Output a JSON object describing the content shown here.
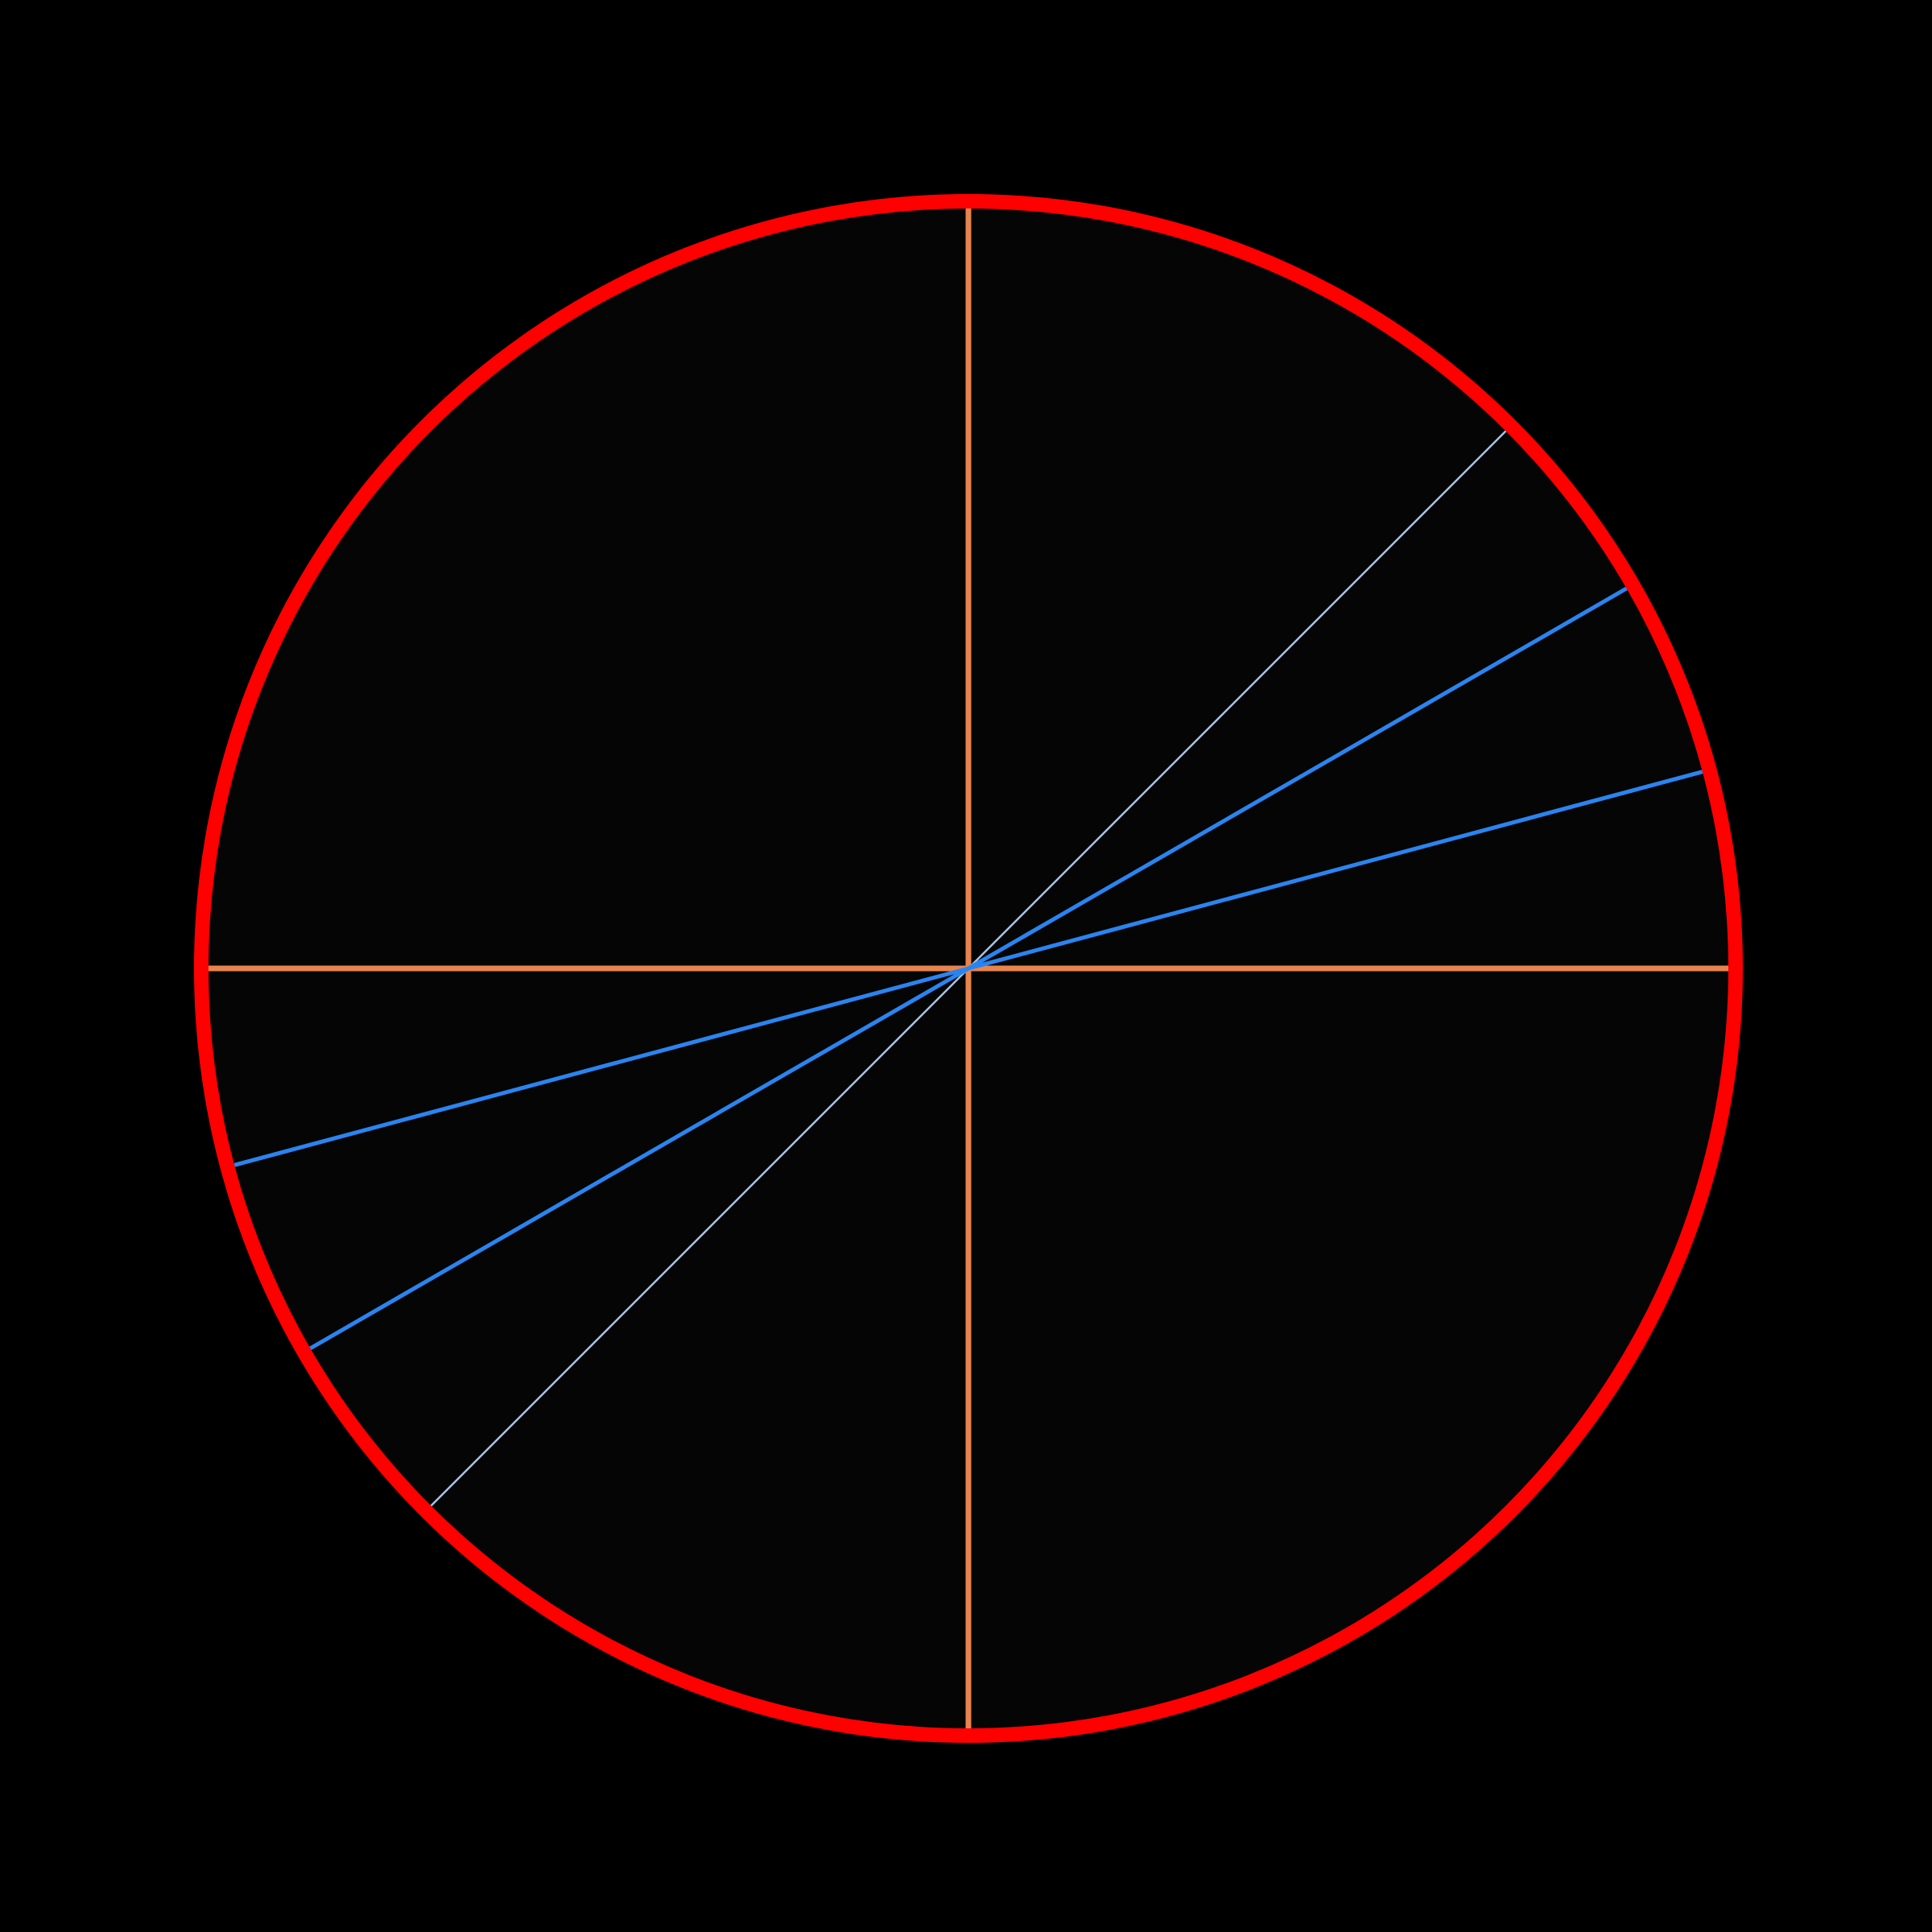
{
  "diagram": {
    "background_color": "#000000",
    "disc_fill_color": "#050505",
    "ring": {
      "color": "#ff0000"
    },
    "axes": {
      "color": "#e8844e",
      "angles_deg": [
        0,
        90
      ]
    },
    "diameters": [
      {
        "id": "diagonal-45",
        "angle_deg": 45,
        "color": "#a9c3e6",
        "style": "thin"
      },
      {
        "id": "line-30",
        "angle_deg": 30,
        "color": "#2a84f0",
        "style": "medium"
      },
      {
        "id": "line-15",
        "angle_deg": 15,
        "color": "#2a84f0",
        "style": "medium"
      }
    ]
  }
}
